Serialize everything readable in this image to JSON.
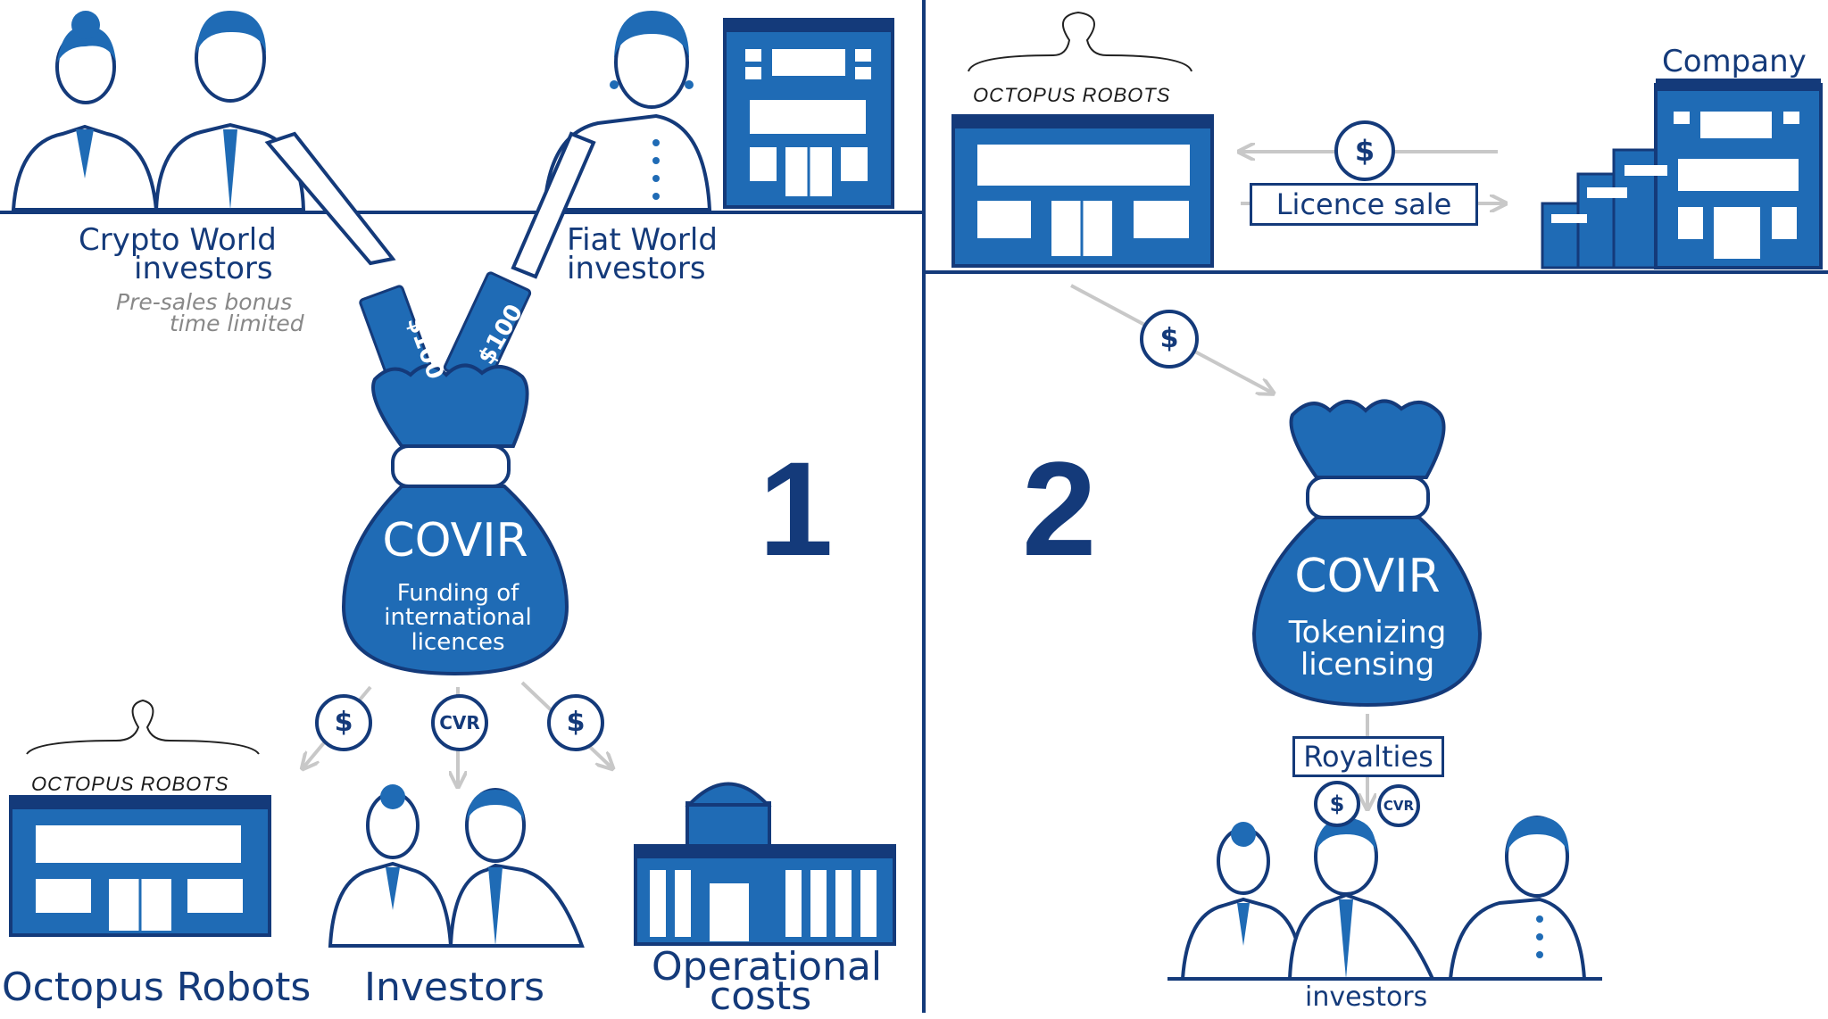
{
  "colors": {
    "navy": "#143a7a",
    "blue": "#1f6bb5",
    "grey_arrow": "#c8c8c8"
  },
  "panel1": {
    "crypto_label": [
      "Crypto World",
      "investors"
    ],
    "presales_note": [
      "Pre-sales bonus",
      "time limited"
    ],
    "fiat_label": [
      "Fiat World",
      "investors"
    ],
    "bill_left": "$100",
    "bill_right": "$100",
    "step_number": "1",
    "bag": {
      "title": "COVIR",
      "subtitle": "Funding of international licences"
    },
    "coins": [
      "$",
      "CVR",
      "$"
    ],
    "octopus_brand": "OCTOPUS ROBOTS",
    "bottom_labels": {
      "octopus": "Octopus Robots",
      "investors": "Investors",
      "operational": [
        "Operational",
        "costs"
      ]
    }
  },
  "panel2": {
    "octopus_brand": "OCTOPUS ROBOTS",
    "company_label": "Company",
    "licence_sale": "Licence sale",
    "coin_top": "$",
    "coin_mid": "$",
    "step_number": "2",
    "bag": {
      "title": "COVIR",
      "subtitle": "Tokenizing licensing"
    },
    "royalties": "Royalties",
    "royalty_coins": [
      "$",
      "CVR"
    ],
    "investors_label": "investors"
  }
}
